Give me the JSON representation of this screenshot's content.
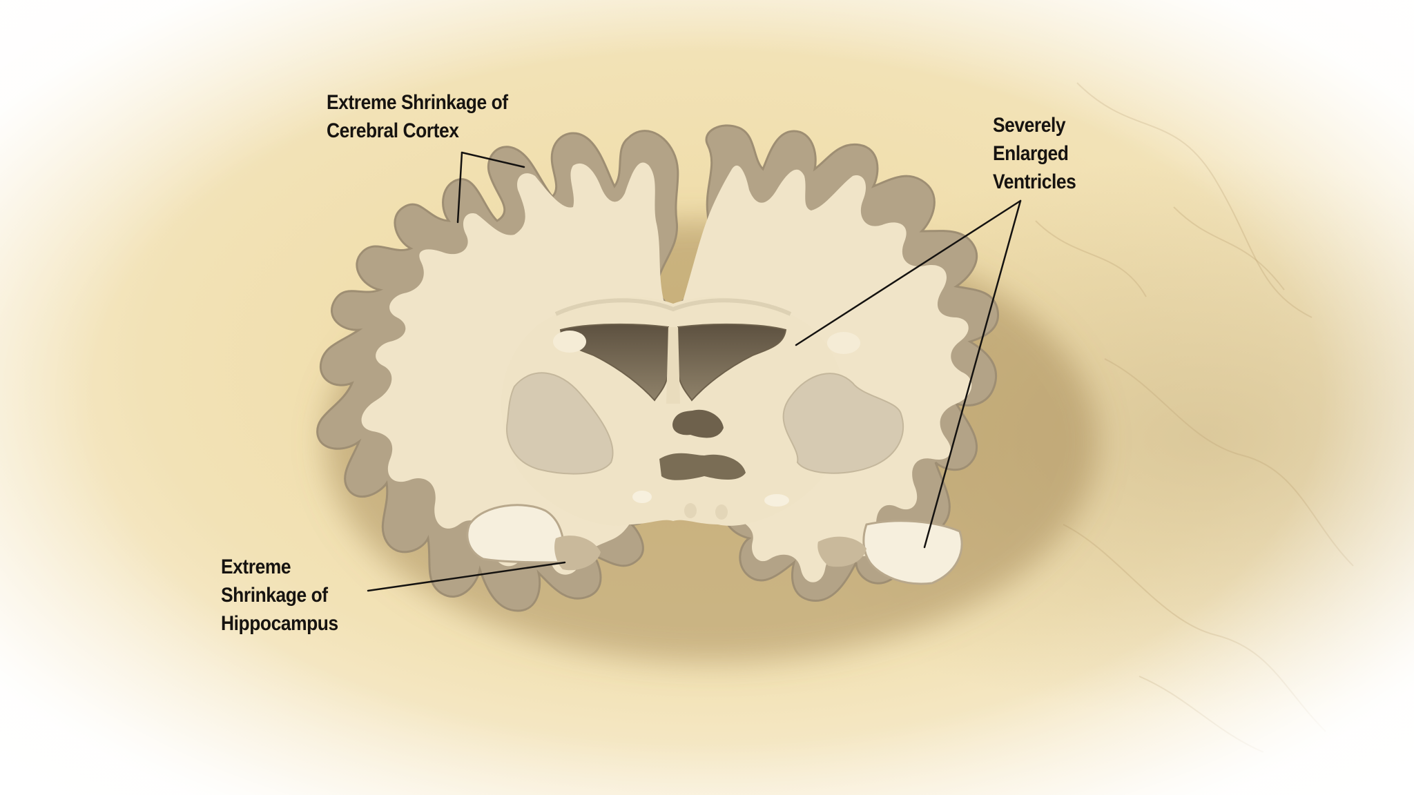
{
  "labels": {
    "cortex": {
      "lines": [
        "Extreme Shrinkage of",
        "Cerebral Cortex"
      ]
    },
    "ventricles": {
      "lines": [
        "Severely",
        "Enlarged",
        "Ventricles"
      ]
    },
    "hippocampus": {
      "lines": [
        "Extreme",
        "Shrinkage of",
        "Hippocampus"
      ]
    }
  },
  "colors": {
    "background": "#f1e0b2",
    "cortex_gray_matter": "#b4a48a",
    "white_matter": "#f0e4c8",
    "ventricle_cavity": "#7e7058",
    "basal_ganglia": "#d7ccb6",
    "leader_line": "#141210",
    "label_text": "#161310"
  }
}
